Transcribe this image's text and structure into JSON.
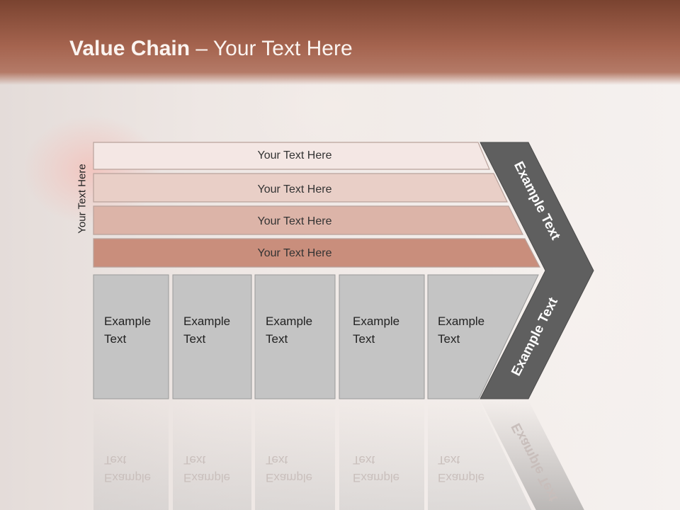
{
  "slide": {
    "title_bold": "Value Chain",
    "title_rest": " – Your Text Here",
    "side_label": "Your Text Here"
  },
  "bars": [
    {
      "label": "Your Text Here",
      "color": "#f4e7e4"
    },
    {
      "label": "Your Text Here",
      "color": "#e9cfc7"
    },
    {
      "label": "Your Text Here",
      "color": "#dcb4a8"
    },
    {
      "label": "Your Text Here",
      "color": "#c98e7c"
    }
  ],
  "boxes": [
    {
      "line1": "Example",
      "line2": "Text"
    },
    {
      "line1": "Example",
      "line2": "Text"
    },
    {
      "line1": "Example",
      "line2": "Text"
    },
    {
      "line1": "Example",
      "line2": "Text"
    },
    {
      "line1": "Example",
      "line2": "Text"
    }
  ],
  "chevron": {
    "upper_text": "Example Text",
    "lower_text": "Example Text",
    "color": "#5f5f5f"
  },
  "colors": {
    "box_fill": "#c4c4c4",
    "header": "#8b4d39"
  }
}
